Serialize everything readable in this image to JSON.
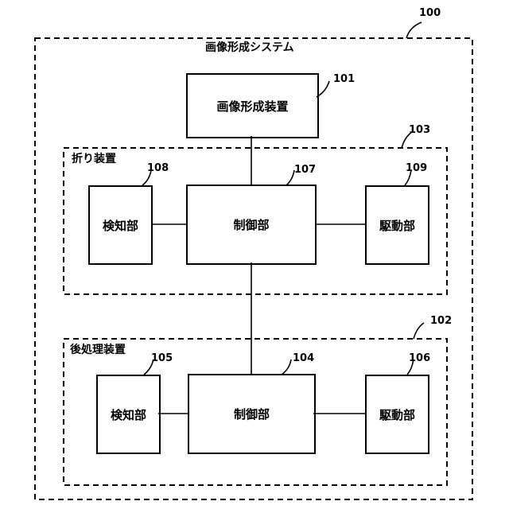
{
  "system": {
    "title": "画像形成システム",
    "ref": "100"
  },
  "image_forming_device": {
    "label": "画像形成装置",
    "ref": "101"
  },
  "folding_device": {
    "label": "折り装置",
    "ref": "103",
    "detector": {
      "label": "検知部",
      "ref": "108"
    },
    "controller": {
      "label": "制御部",
      "ref": "107"
    },
    "driver": {
      "label": "駆動部",
      "ref": "109"
    }
  },
  "post_processing_device": {
    "label": "後処理装置",
    "ref": "102",
    "detector": {
      "label": "検知部",
      "ref": "105"
    },
    "controller": {
      "label": "制御部",
      "ref": "104"
    },
    "driver": {
      "label": "駆動部",
      "ref": "106"
    }
  }
}
